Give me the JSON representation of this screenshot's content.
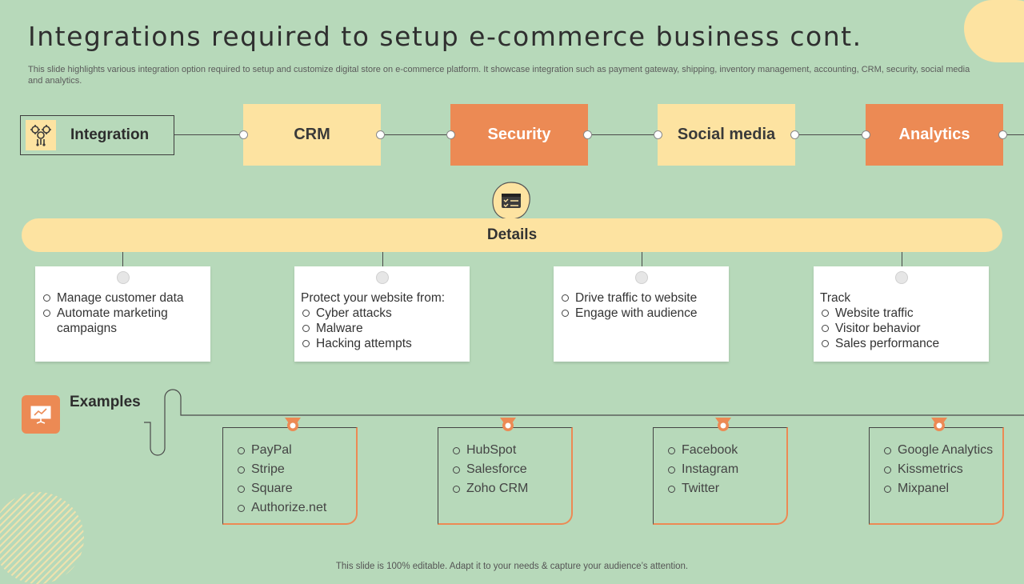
{
  "title": "Integrations required to setup e-commerce business cont.",
  "subtitle": "This slide highlights various integration option required to setup and customize digital store on e-commerce platform. It showcase integration such as payment gateway, shipping, inventory management, accounting, CRM, security, social media and analytics.",
  "integration": {
    "label": "Integration",
    "icon": "gears-icon"
  },
  "categories": [
    {
      "label": "CRM",
      "style": "light"
    },
    {
      "label": "Security",
      "style": "dark"
    },
    {
      "label": "Social media",
      "style": "light"
    },
    {
      "label": "Analytics",
      "style": "dark"
    }
  ],
  "details": {
    "label": "Details",
    "icon": "checklist-icon",
    "cards": [
      {
        "lead": "",
        "items": [
          "Manage customer data",
          "Automate marketing campaigns"
        ]
      },
      {
        "lead": "Protect your  website from:",
        "items": [
          "Cyber attacks",
          "Malware",
          "Hacking attempts"
        ]
      },
      {
        "lead": "",
        "items": [
          "Drive traffic to website",
          "Engage with audience"
        ]
      },
      {
        "lead": "Track",
        "items": [
          "Website traffic",
          "Visitor behavior",
          "Sales performance"
        ]
      }
    ]
  },
  "examples": {
    "label": "Examples",
    "icon": "presentation-board-icon",
    "cards": [
      {
        "items": [
          "PayPal",
          "Stripe",
          "Square",
          "Authorize.net"
        ]
      },
      {
        "items": [
          "HubSpot",
          "Salesforce",
          "Zoho  CRM"
        ]
      },
      {
        "items": [
          "Facebook",
          "Instagram",
          "Twitter"
        ]
      },
      {
        "items": [
          "Google Analytics",
          "Kissmetrics",
          "Mixpanel"
        ]
      }
    ]
  },
  "footer": "This slide is 100% editable. Adapt it to your needs & capture your audience’s attention.",
  "colors": {
    "background": "#b7d9ba",
    "light": "#fde3a1",
    "accent": "#ec8a54"
  }
}
